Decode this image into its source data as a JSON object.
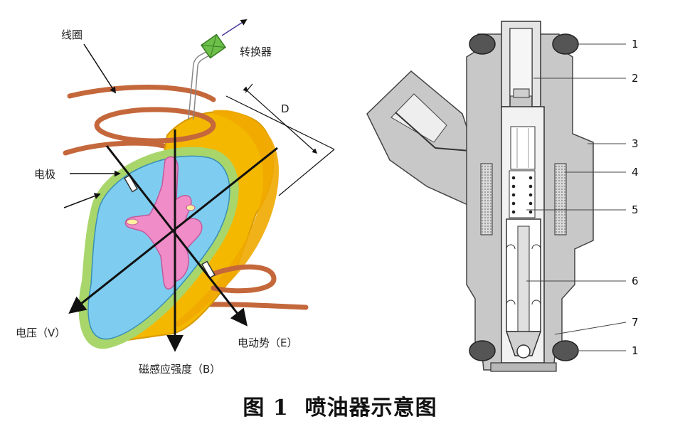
{
  "left_diagram": {
    "labels": {
      "coil": "线圈",
      "converter": "转换器",
      "distance": "D",
      "electrode": "电极",
      "voltage": "电压（V）",
      "emf": "电动势（E）",
      "flux_density": "磁感应强度（B）"
    }
  },
  "right_diagram": {
    "callouts": [
      "1",
      "2",
      "3",
      "4",
      "5",
      "6",
      "7",
      "1"
    ]
  },
  "caption": {
    "figure": "图 1",
    "title": "喷油器示意图"
  },
  "colors": {
    "pipe_yellow": "#f5b800",
    "fluid_blue": "#7ecdf0",
    "rim_green": "#a8d66b",
    "hand_pink": "#f08cc8",
    "coil_copper": "#c4683c",
    "converter_green": "#6cc04a",
    "injector_gray": "#c8c8c8",
    "injector_dark": "#555555"
  }
}
